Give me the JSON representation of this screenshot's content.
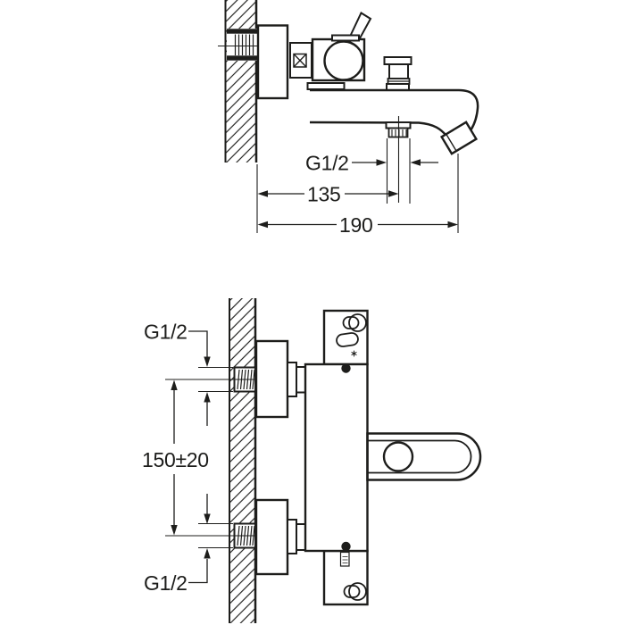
{
  "canvas": {
    "background": "#ffffff",
    "line_color": "#1d1d1b"
  },
  "top_drawing": {
    "dims": {
      "thread_label": "G1/2",
      "offset_label": "135",
      "reach_label": "190"
    }
  },
  "bottom_drawing": {
    "dims": {
      "top_thread_label": "G1/2",
      "spacing_label": "150±20",
      "bottom_thread_label": "G1/2"
    }
  }
}
